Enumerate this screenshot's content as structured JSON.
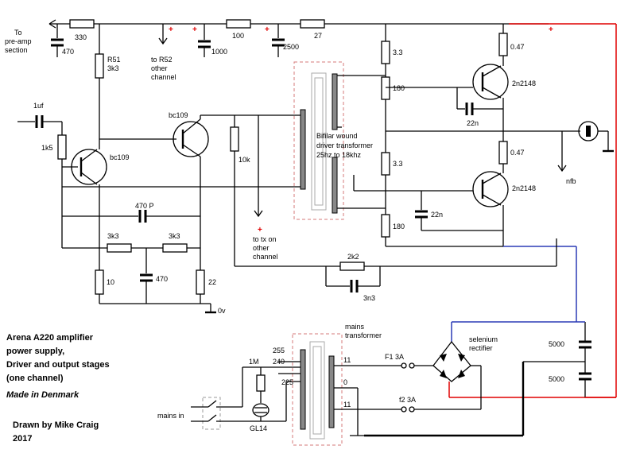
{
  "labels": {
    "to_preamp_1": "To",
    "to_preamp_2": "pre-amp",
    "to_preamp_3": "section",
    "r330": "330",
    "c470_top": "470",
    "to_r52_1": "to R52",
    "to_r52_2": "other",
    "to_r52_3": "channel",
    "c1000": "1000",
    "r100": "100",
    "c2500": "2500",
    "r27": "27",
    "r51_1": "R51",
    "r51_2": "3k3",
    "c1uf": "1uf",
    "r1k5": "1k5",
    "q1": "bc109",
    "q2": "bc109",
    "r10k": "10k",
    "c470p": "470 P",
    "r3k3a": "3k3",
    "r3k3b": "3k3",
    "r10": "10",
    "c470_bot": "470",
    "r22": "22",
    "zero_v": "0v",
    "to_tx_1": "to tx on",
    "to_tx_2": "other",
    "to_tx_3": "channel",
    "bifilar_1": "Bifilar wound",
    "bifilar_2": "driver transformer",
    "bifilar_3": "25hz to 18khz",
    "r3_3a": "3.3",
    "r180a": "180",
    "r3_3b": "3.3",
    "r180b": "180",
    "c22n_a": "22n",
    "c22n_b": "22n",
    "r047a": "0.47",
    "r047b": "0.47",
    "q3": "2n2148",
    "q4": "2n2148",
    "nfb": "nfb",
    "r2k2": "2k2",
    "c3n3": "3n3",
    "title_1": "Arena A220 amplifier",
    "title_2": "power supply,",
    "title_3": "Driver and output stages",
    "title_4": "(one channel)",
    "made_in": "Made in Denmark",
    "drawn_by": "Drawn by Mike Craig",
    "year": "2017",
    "mains_tx_1": "mains",
    "mains_tx_2": "transformer",
    "tap255": "255",
    "tap240": "240",
    "tap225": "225",
    "r1m": "1M",
    "gl14": "GL14",
    "mains_in": "mains in",
    "sec11a": "11",
    "sec0": "0",
    "sec11b": "11",
    "f1": "F1  3A",
    "f2": "f2  3A",
    "rect_1": "selenium",
    "rect_2": "rectifier",
    "c5000a": "5000",
    "c5000b": "5000",
    "plus": "+"
  },
  "colors": {
    "positive_rail": "#e00000",
    "negative_rail": "#2b3bb5",
    "transformer_outline": "#d47a7a"
  }
}
